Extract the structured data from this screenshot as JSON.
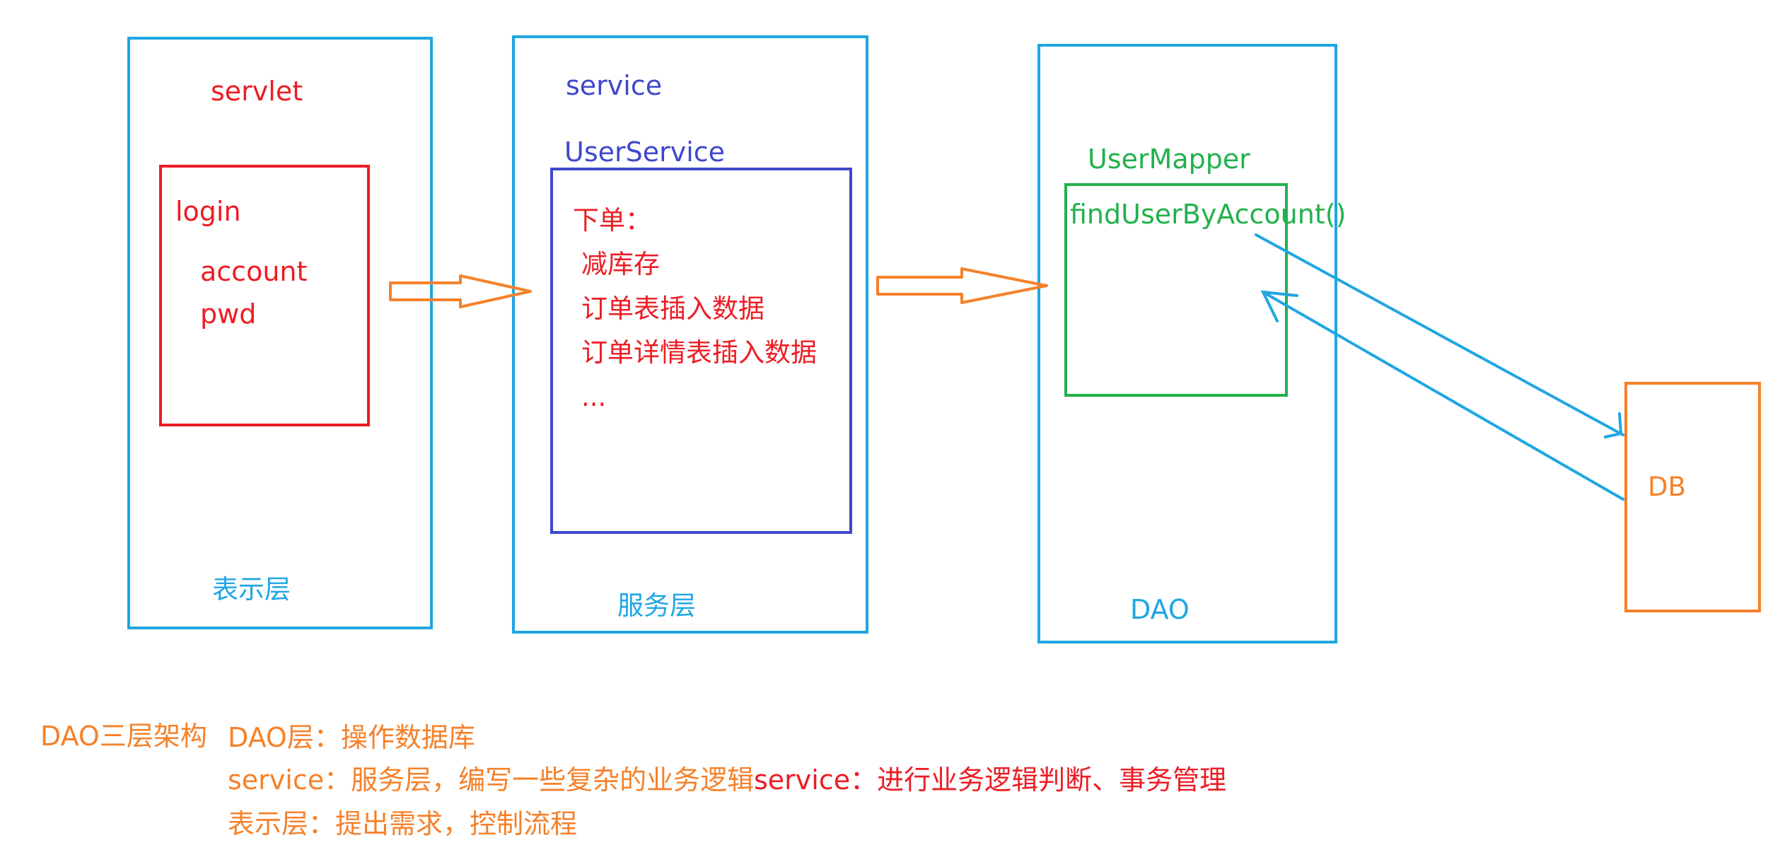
{
  "colors": {
    "layer_border": "#1fa6e3",
    "login_border": "#ed1c24",
    "userservice_border": "#3f48cc",
    "mapper_border": "#22b14c",
    "db_border": "#f5812a",
    "arrow_orange": "#f5812a",
    "arrow_blue": "#1fa6e3"
  },
  "presentation": {
    "title": "servlet",
    "footer": "表示层",
    "login": {
      "title": "login",
      "fields": [
        "account",
        "pwd"
      ]
    }
  },
  "service": {
    "title": "service",
    "footer": "服务层",
    "user_service": {
      "title": "UserService",
      "heading": "下单：",
      "steps": [
        "减库存",
        "订单表插入数据",
        "订单详情表插入数据",
        "..."
      ]
    }
  },
  "dao": {
    "footer": "DAO",
    "mapper": {
      "title": "UserMapper",
      "method": "findUserByAccount()"
    }
  },
  "db": {
    "label": "DB"
  },
  "notes": {
    "title": "DAO三层架构",
    "line1": "DAO层：操作数据库",
    "line2": "service：服务层，编写一些复杂的业务逻辑",
    "line2_extra": "service：进行业务逻辑判断、事务管理",
    "line3": "表示层：提出需求，控制流程"
  }
}
